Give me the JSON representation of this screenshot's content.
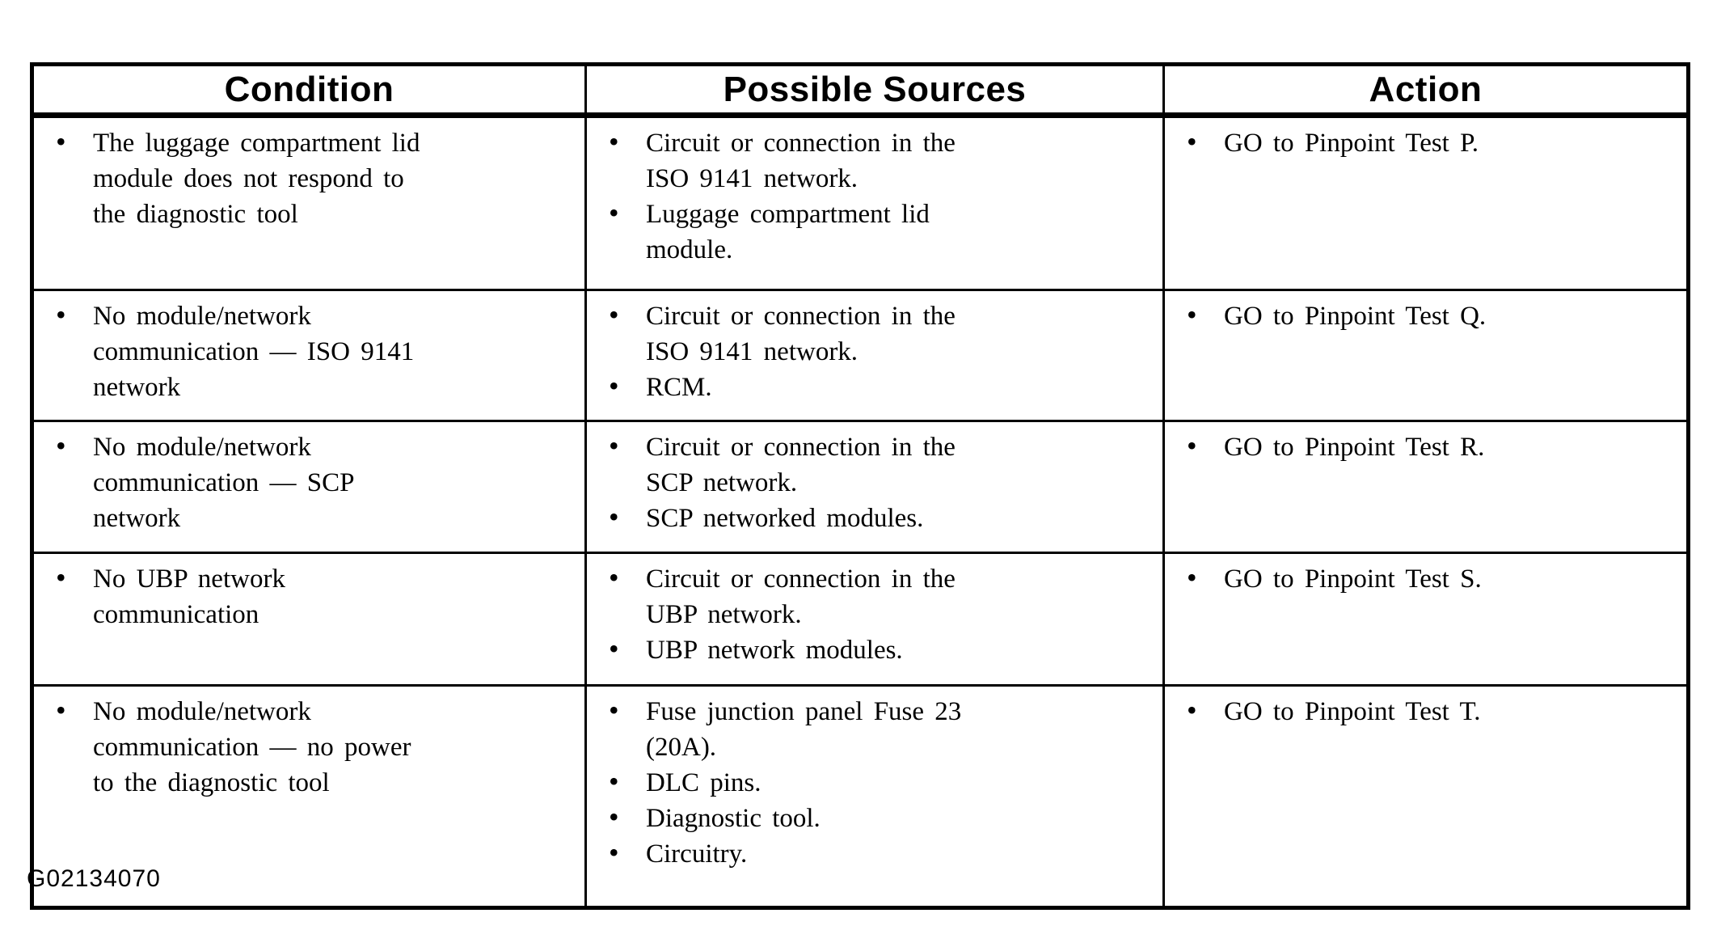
{
  "page": {
    "background_color": "#ffffff",
    "text_color": "#000000"
  },
  "icons": {
    "bullet": "•"
  },
  "figure_code": "G02134070",
  "table": {
    "headers": [
      "Condition",
      "Possible Sources",
      "Action"
    ],
    "rows": [
      {
        "condition": [
          "The luggage compartment lid\nmodule does not respond to\nthe diagnostic tool"
        ],
        "sources": [
          "Circuit or connection in the\nISO 9141 network.",
          "Luggage compartment lid\nmodule."
        ],
        "action": [
          "GO to Pinpoint Test P."
        ]
      },
      {
        "condition": [
          "No module/network\ncommunication — ISO 9141\nnetwork"
        ],
        "sources": [
          "Circuit or connection in the\nISO 9141 network.",
          "RCM."
        ],
        "action": [
          "GO to Pinpoint Test Q."
        ]
      },
      {
        "condition": [
          "No module/network\ncommunication — SCP\nnetwork"
        ],
        "sources": [
          "Circuit or connection in the\nSCP network.",
          "SCP networked modules."
        ],
        "action": [
          "GO to Pinpoint Test R."
        ]
      },
      {
        "condition": [
          "No UBP network\ncommunication"
        ],
        "sources": [
          "Circuit or connection in the\nUBP network.",
          "UBP network modules."
        ],
        "action": [
          "GO to Pinpoint Test S."
        ]
      },
      {
        "condition": [
          "No module/network\ncommunication — no power\nto the diagnostic tool"
        ],
        "sources": [
          "Fuse junction panel Fuse 23\n(20A).",
          "DLC pins.",
          "Diagnostic tool.",
          "Circuitry."
        ],
        "action": [
          "GO to Pinpoint Test T."
        ]
      }
    ]
  }
}
